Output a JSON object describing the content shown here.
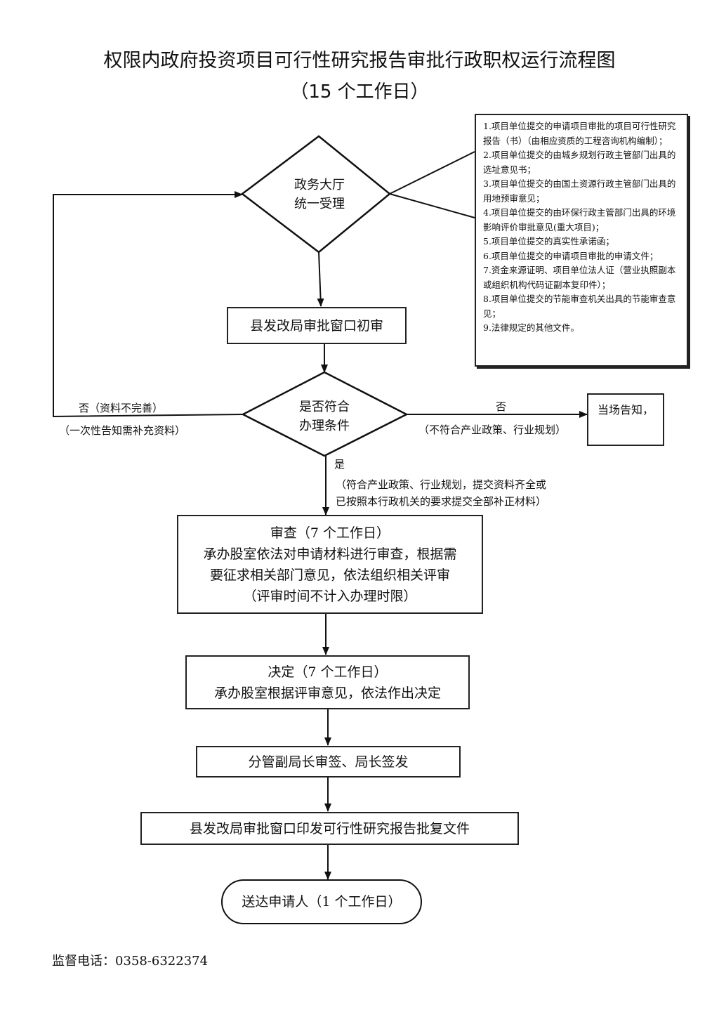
{
  "title": "权限内政府投资项目可行性研究报告审批行政职权运行流程图",
  "subtitle": "（15 个工作日）",
  "accept": {
    "line1": "政务大厅",
    "line2": "统一受理"
  },
  "documents": [
    "1.项目单位提交的申请项目审批的项目可行性研究报告（书）（由相应资质的工程咨询机构编制）；",
    "2.项目单位提交的由城乡规划行政主管部门出具的选址意见书；",
    "3.项目单位提交的由国土资源行政主管部门出具的用地预审意见；",
    "4.项目单位提交的由环保行政主管部门出具的环境影响评价审批意见(重大项目)；",
    "5.项目单位提交的真实性承诺函；",
    "6.项目单位提交的申请项目审批的申请文件；",
    "7.资金来源证明、项目单位法人证（营业执照副本或组织机构代码证副本复印件）；",
    "8.项目单位提交的节能审查机关出具的节能审查意见；",
    "9.法律规定的其他文件。"
  ],
  "initial_review": "县发改局审批窗口初审",
  "condition": {
    "line1": "是否符合",
    "line2": "办理条件"
  },
  "no_left": {
    "label": "否（资料不完善）",
    "note": "（一次性告知需补充资料）"
  },
  "no_right": {
    "label": "否",
    "note": "（不符合产业政策、行业规划）",
    "result": "当场告知，"
  },
  "yes": {
    "label": "是",
    "note1": "（符合产业政策、行业规划，提交资料齐全或",
    "note2": "已按照本行政机关的要求提交全部补正材料）"
  },
  "review": {
    "line1": "审查（7 个工作日）",
    "line2": "承办股室依法对申请材料进行审查，根据需",
    "line3": "要征求相关部门意见，依法组织相关评审",
    "line4": "（评审时间不计入办理时限）"
  },
  "decision": {
    "line1": "决定（7 个工作日）",
    "line2": "承办股室根据评审意见，依法作出决定"
  },
  "sign": "分管副局长审签、局长签发",
  "issue": "县发改局审批窗口印发可行性研究报告批复文件",
  "deliver": "送达申请人（1 个工作日）",
  "footer": "监督电话：0358-6322374"
}
